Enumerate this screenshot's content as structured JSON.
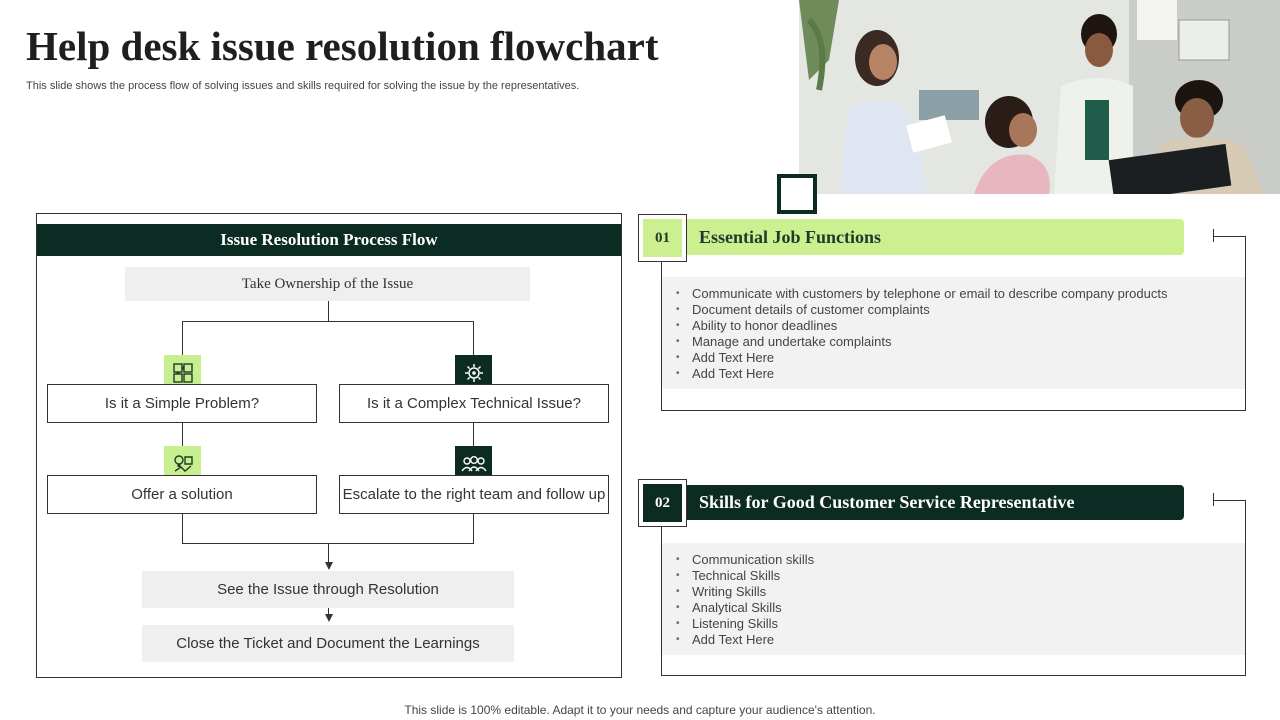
{
  "header": {
    "title": "Help desk issue resolution flowchart",
    "subtitle": "This slide shows the process flow of solving issues and skills required for solving the issue by the representatives."
  },
  "flow": {
    "header": "Issue Resolution Process Flow",
    "step_ownership": "Take Ownership  of the Issue",
    "branch_simple": "Is it a Simple Problem?",
    "branch_complex": "Is it a Complex Technical Issue?",
    "action_simple": "Offer a solution",
    "action_complex": "Escalate to the right team and follow up",
    "step_resolution": "See the Issue through Resolution",
    "step_close": "Close the Ticket and Document the Learnings",
    "icons": [
      "puzzle-icon",
      "gear-network-icon",
      "idea-icon",
      "team-icon"
    ]
  },
  "sections": [
    {
      "number": "01",
      "title": "Essential Job Functions",
      "items": [
        "Communicate with customers by telephone or email to describe company products",
        "Document details of customer complaints",
        "Ability to honor deadlines",
        "Manage and undertake complaints",
        "Add Text Here",
        "Add Text Here"
      ]
    },
    {
      "number": "02",
      "title": "Skills for Good Customer Service Representative",
      "items": [
        "Communication  skills",
        "Technical Skills",
        "Writing Skills",
        "Analytical Skills",
        "Listening Skills",
        "Add Text Here"
      ]
    }
  ],
  "footer": "This slide is 100% editable. Adapt it to your needs and capture your audience's attention.",
  "colors": {
    "dark_green": "#0c2b22",
    "light_green": "#ccf08f",
    "panel_gray": "#efefef"
  }
}
